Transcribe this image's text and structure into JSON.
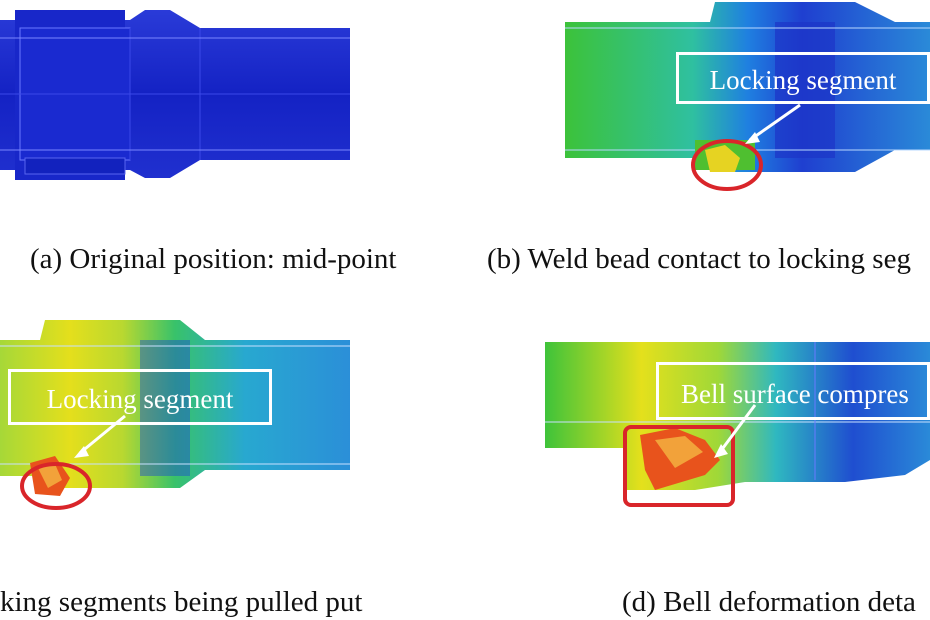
{
  "figure": {
    "panels": [
      {
        "id": "a",
        "caption": "(a) Original position: mid-point",
        "label": ""
      },
      {
        "id": "b",
        "caption": "(b) Weld bead contact to locking seg",
        "label": "Locking segment"
      },
      {
        "id": "c",
        "caption": "king segments being pulled put",
        "label": "Locking segment"
      },
      {
        "id": "d",
        "caption": "(d) Bell deformation deta",
        "label": "Bell surface compres"
      }
    ]
  },
  "colors": {
    "highlight_circle": "#d9252a",
    "low_stress": "#1e2fd0",
    "mid_stress": "#25c43a",
    "high_stress": "#e8e417",
    "peak_stress": "#e8531c"
  }
}
